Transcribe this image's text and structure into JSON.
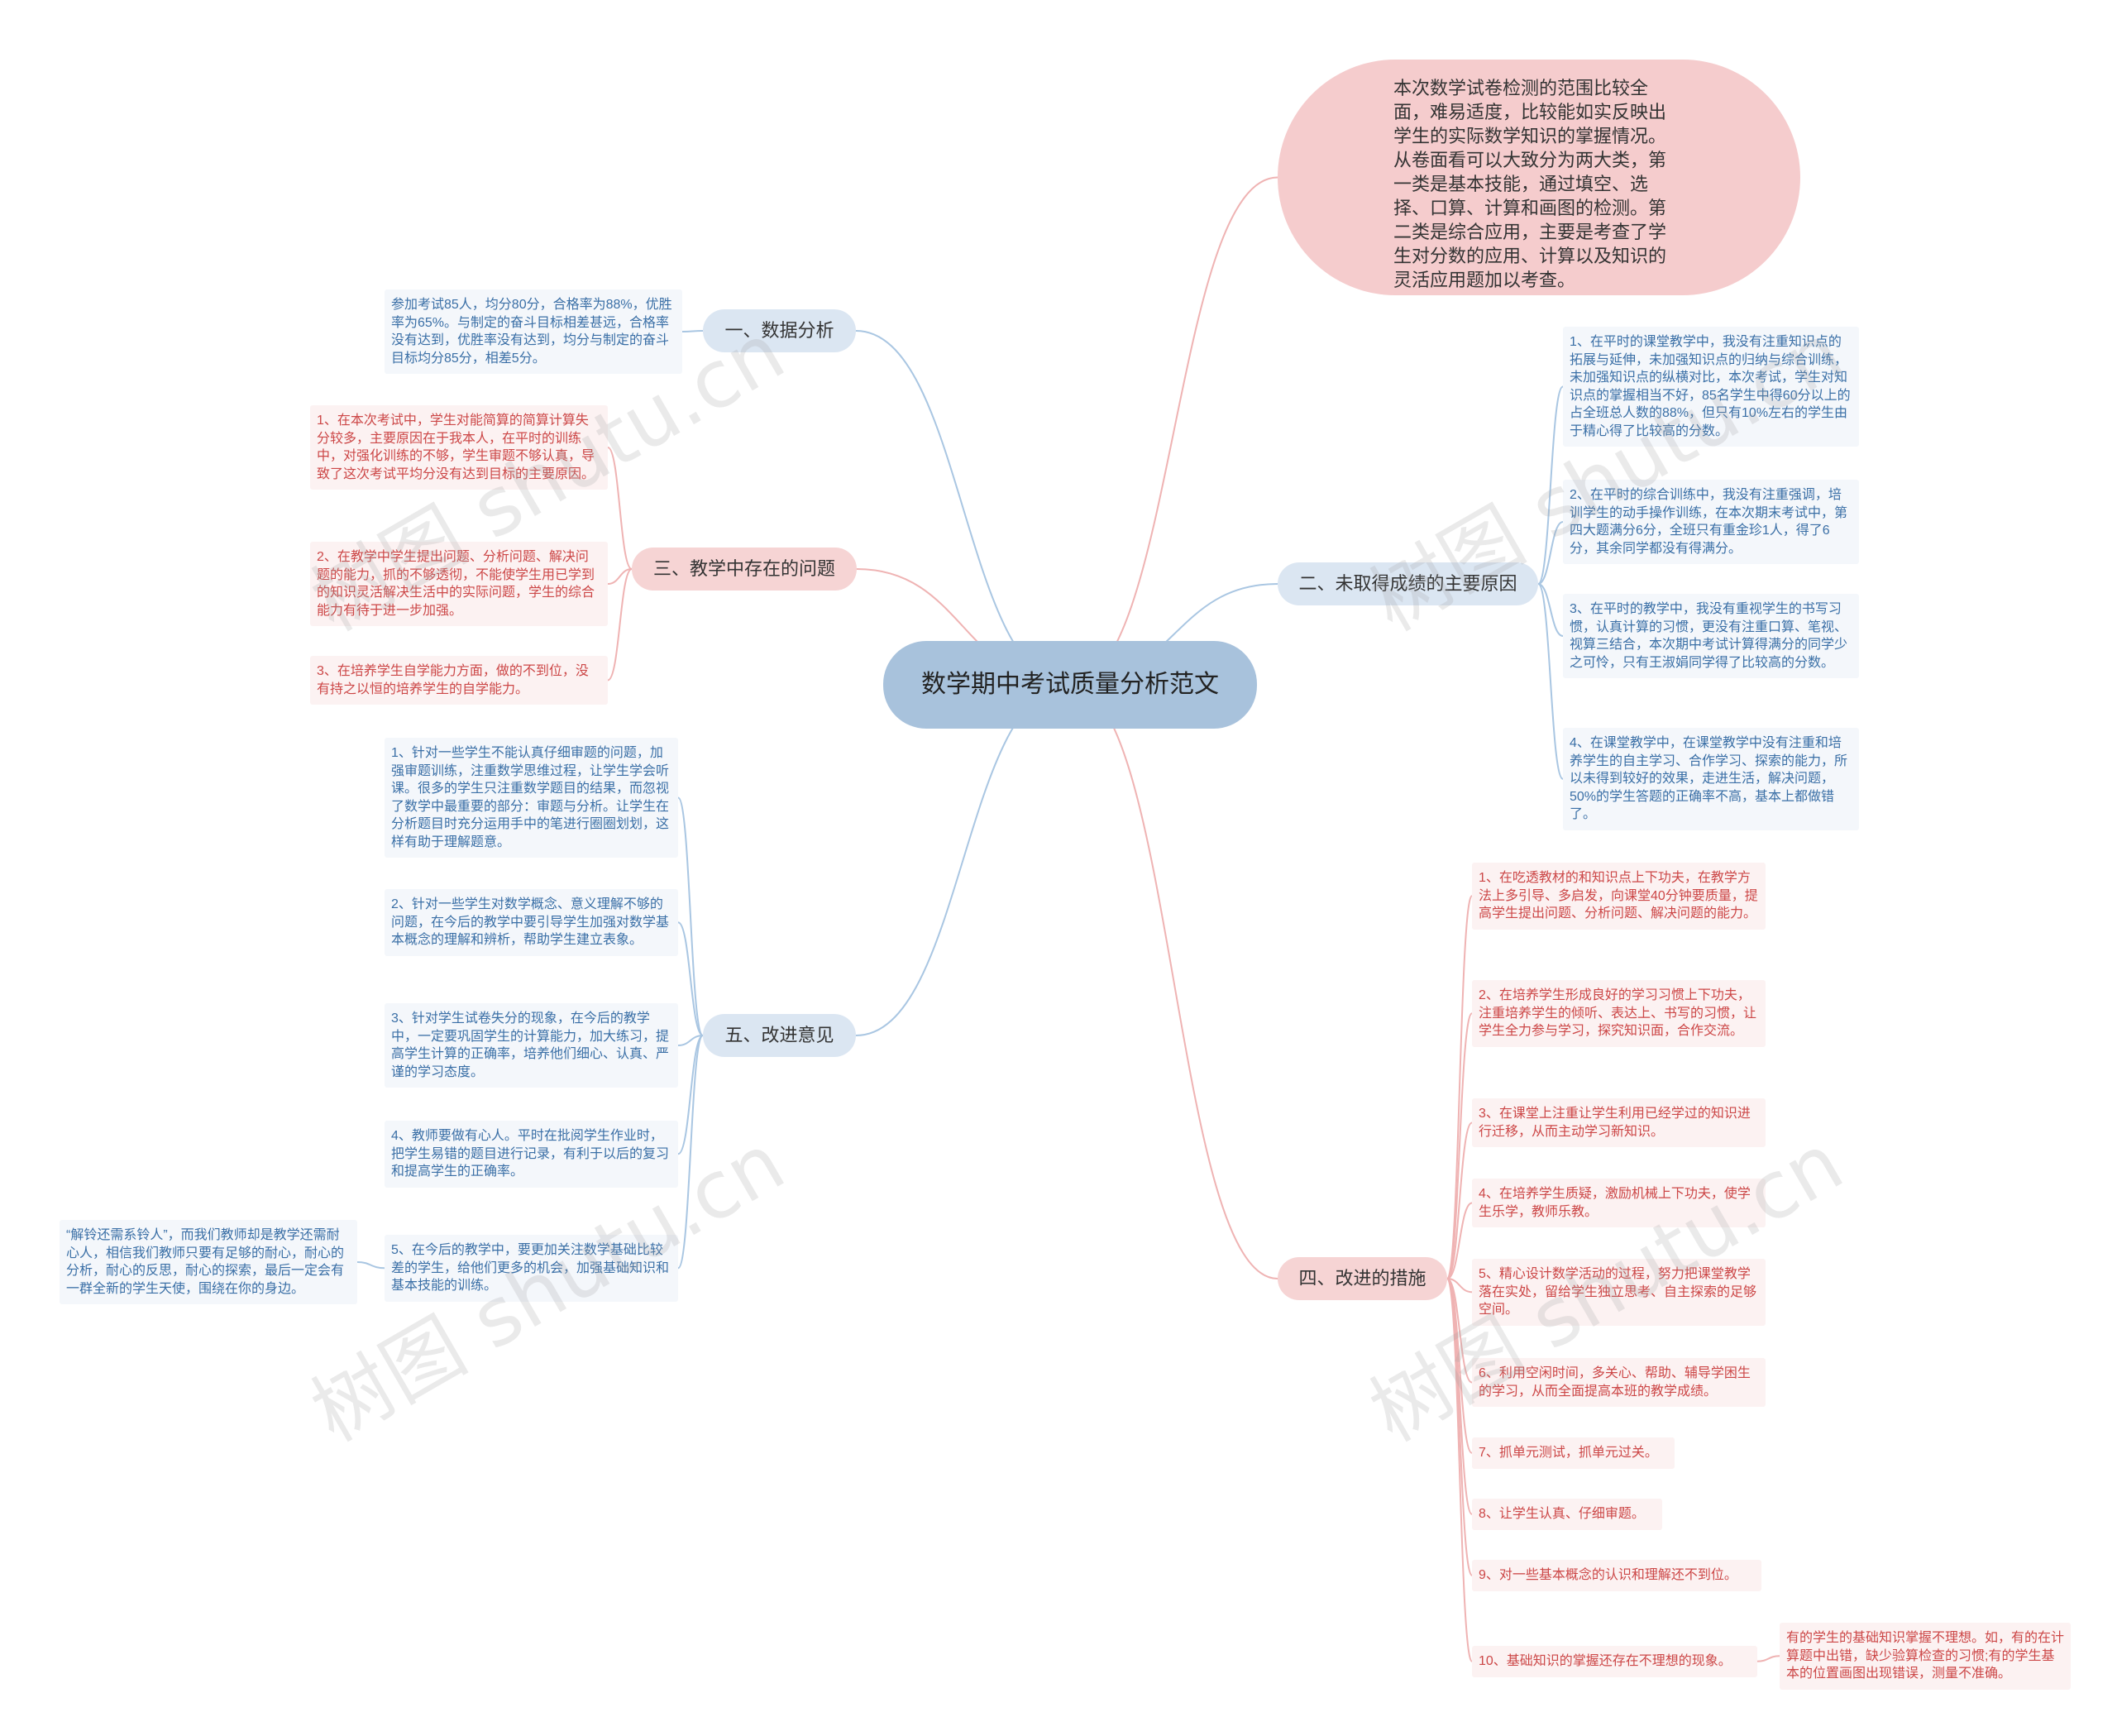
{
  "root": {
    "title": "数学期中考试质量分析范文"
  },
  "intro": {
    "text": "本次数学试卷检测的范围比较全面，难易适度，比较能如实反映出学生的实际数学知识的掌握情况。从卷面看可以大致分为两大类，第一类是基本技能，通过填空、选择、口算、计算和画图的检测。第二类是综合应用，主要是考查了学生对分数的应用、计算以及知识的灵活应用题加以考查。"
  },
  "left": {
    "data_analysis": {
      "label": "一、数据分析",
      "items": [
        "参加考试85人，均分80分，合格率为88%，优胜率为65%。与制定的奋斗目标相差甚远，合格率没有达到，优胜率没有达到，均分与制定的奋斗目标均分85分，相差5分。"
      ]
    },
    "problems": {
      "label": "三、教学中存在的问题",
      "items": [
        "1、在本次考试中，学生对能简算的简算计算失分较多，主要原因在于我本人，在平时的训练中，对强化训练的不够，学生审题不够认真，导致了这次考试平均分没有达到目标的主要原因。",
        "2、在教学中学生提出问题、分析问题、解决问题的能力，抓的不够透彻，不能使学生用已学到的知识灵活解决生活中的实际问题，学生的综合能力有待于进一步加强。",
        "3、在培养学生自学能力方面，做的不到位，没有持之以恒的培养学生的自学能力。"
      ]
    },
    "suggestions": {
      "label": "五、改进意见",
      "items": [
        "1、针对一些学生不能认真仔细审题的问题，加强审题训练，注重数学思维过程，让学生学会听课。很多的学生只注重数学题目的结果，而忽视了数学中最重要的部分：审题与分析。让学生在分析题目时充分运用手中的笔进行圈圈划划，这样有助于理解题意。",
        "2、针对一些学生对数学概念、意义理解不够的问题，在今后的教学中要引导学生加强对数学基本概念的理解和辨析，帮助学生建立表象。",
        "3、针对学生试卷失分的现象，在今后的教学中，一定要巩固学生的计算能力，加大练习，提高学生计算的正确率，培养他们细心、认真、严谨的学习态度。",
        "4、教师要做有心人。平时在批阅学生作业时，把学生易错的题目进行记录，有利于以后的复习和提高学生的正确率。",
        "5、在今后的教学中，要更加关注数学基础比较差的学生，给他们更多的机会，加强基础知识和基本技能的训练。"
      ],
      "sub_note": "“解铃还需系铃人”，而我们教师却是教学还需耐心人，相信我们教师只要有足够的耐心，耐心的分析，耐心的反思，耐心的探索，最后一定会有一群全新的学生天使，围绕在你的身边。"
    }
  },
  "right": {
    "reasons": {
      "label": "二、未取得成绩的主要原因",
      "items": [
        "1、在平时的课堂教学中，我没有注重知识点的拓展与延伸，未加强知识点的归纳与综合训练，未加强知识点的纵横对比，本次考试，学生对知识点的掌握相当不好，85名学生中得60分以上的占全班总人数的88%，但只有10%左右的学生由于精心得了比较高的分数。",
        "2、在平时的综合训练中，我没有注重强调，培训学生的动手操作训练，在本次期末考试中，第四大题满分6分，全班只有重金珍1人，得了6分，其余同学都没有得满分。",
        "3、在平时的教学中，我没有重视学生的书写习惯，认真计算的习惯，更没有注重口算、笔视、视算三结合，本次期中考试计算得满分的同学少之可怜，只有王淑娟同学得了比较高的分数。",
        "4、在课堂教学中，在课堂教学中没有注重和培养学生的自主学习、合作学习、探索的能力，所以未得到较好的效果，走进生活，解决问题，50%的学生答题的正确率不高，基本上都做错了。"
      ]
    },
    "measures": {
      "label": "四、改进的措施",
      "items": [
        "1、在吃透教材的和知识点上下功夫，在教学方法上多引导、多启发，向课堂40分钟要质量，提高学生提出问题、分析问题、解决问题的能力。",
        "2、在培养学生形成良好的学习习惯上下功夫，注重培养学生的倾听、表达上、书写的习惯，让学生全力参与学习，探究知识面，合作交流。",
        "3、在课堂上注重让学生利用已经学过的知识进行迁移，从而主动学习新知识。",
        "4、在培养学生质疑，激励机械上下功夫，使学生乐学，教师乐教。",
        "5、精心设计数学活动的过程，努力把课堂教学落在实处，留给学生独立思考、自主探索的足够空间。",
        "6、利用空闲时间，多关心、帮助、辅导学困生的学习，从而全面提高本班的教学成绩。",
        "7、抓单元测试，抓单元过关。",
        "8、让学生认真、仔细审题。",
        "9、对一些基本概念的认识和理解还不到位。",
        "10、基础知识的掌握还存在不理想的现象。"
      ],
      "sub_note": "有的学生的基础知识掌握不理想。如，有的在计算题中出错，缺少验算检查的习惯;有的学生基本的位置画图出现错误，测量不准确。"
    }
  },
  "watermark": "树图 shutu.cn",
  "colors": {
    "blue_line": "#a9c6e2",
    "red_line": "#efb3b3",
    "root_bg": "#a8c2dc"
  }
}
